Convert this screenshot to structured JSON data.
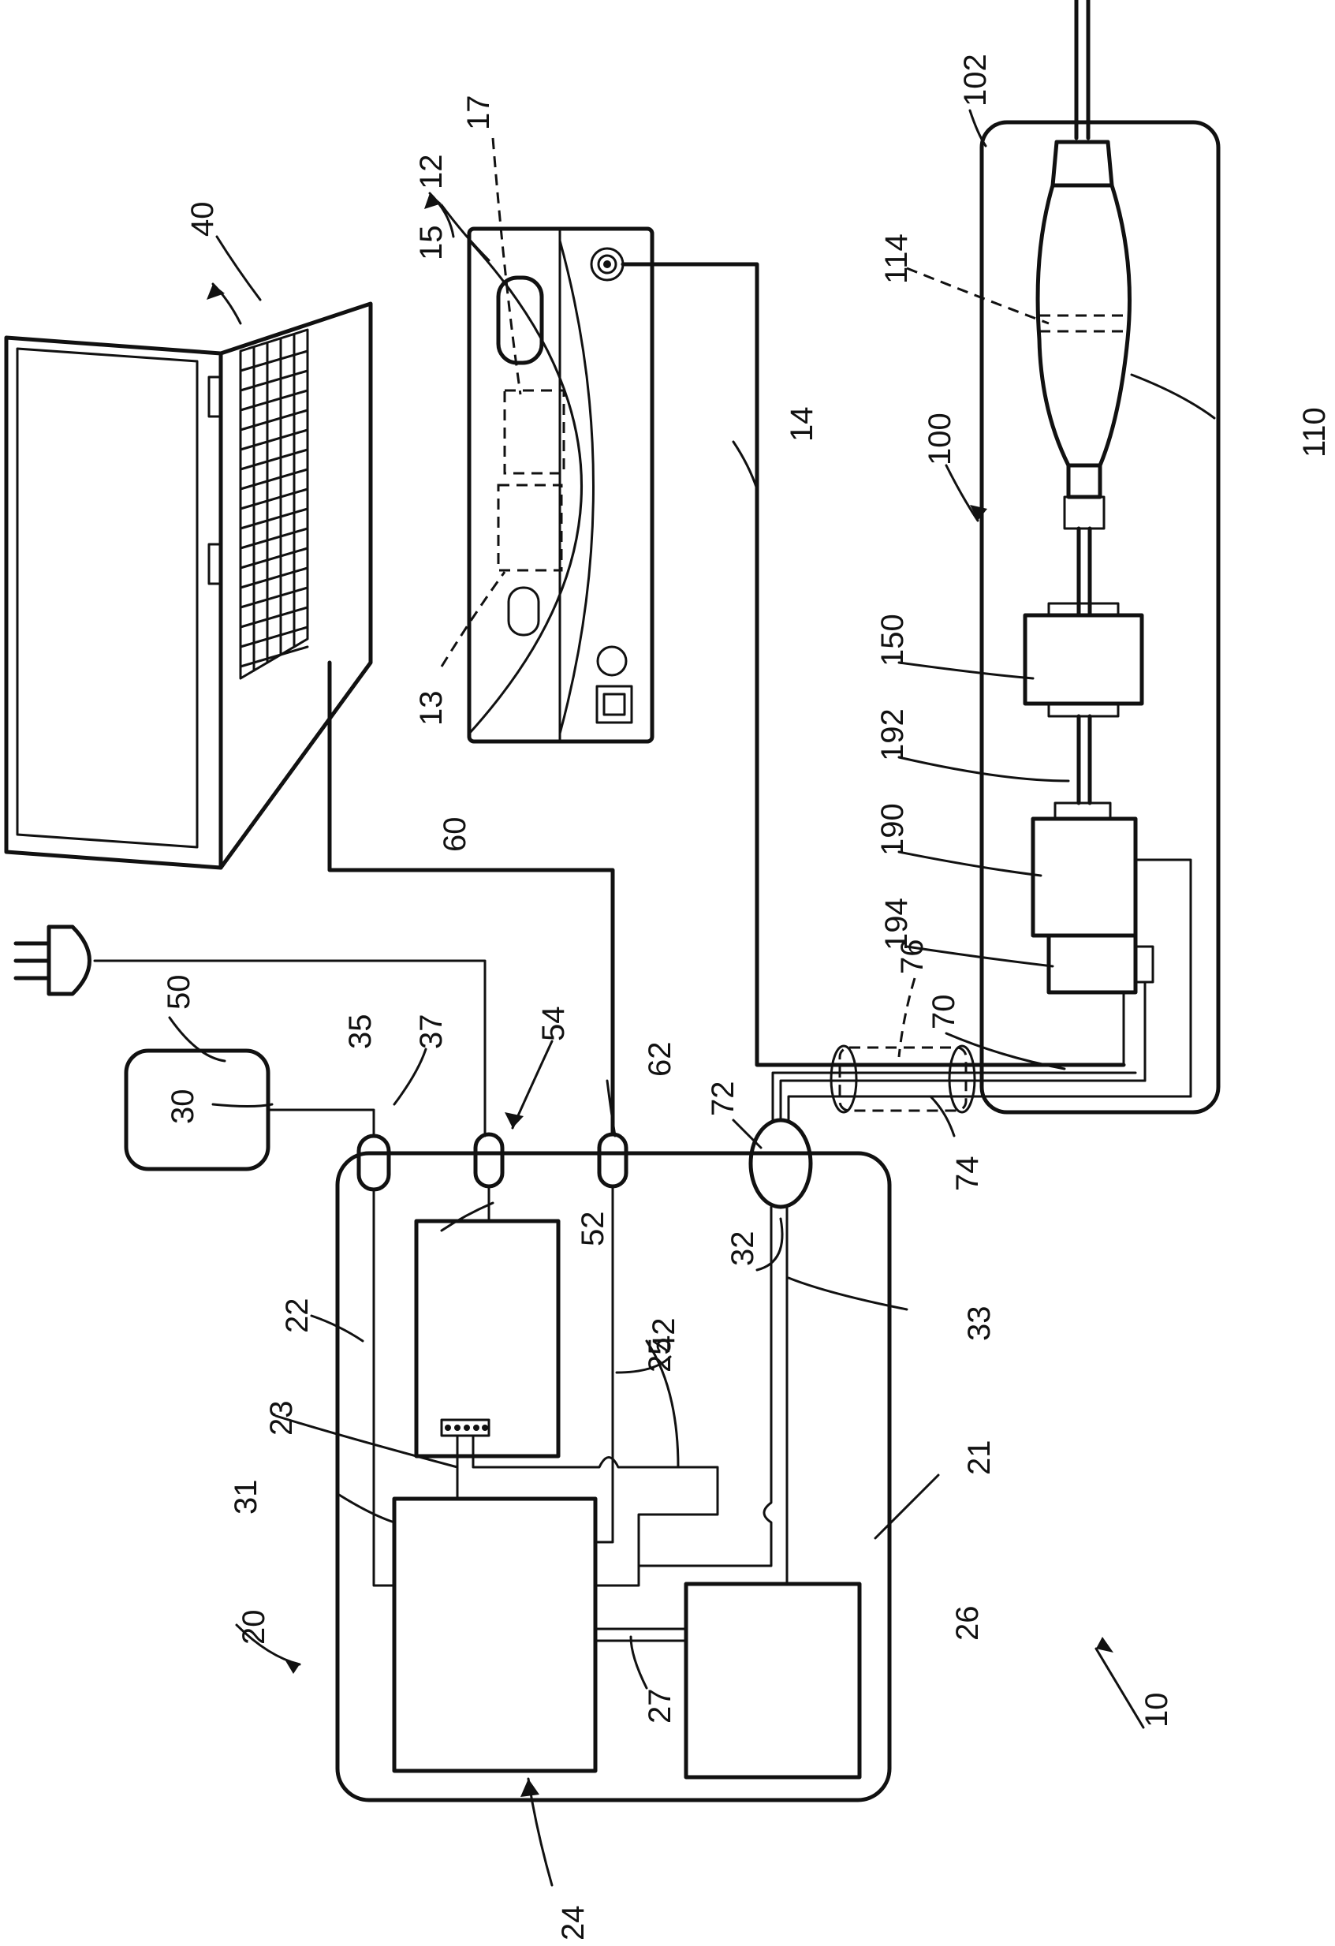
{
  "labels": {
    "l10": "10",
    "l12": "12",
    "l13": "13",
    "l14": "14",
    "l15": "15",
    "l17": "17",
    "l20": "20",
    "l21": "21",
    "l22": "22",
    "l23": "23",
    "l24": "24",
    "l25": "25",
    "l26": "26",
    "l27": "27",
    "l30": "30",
    "l31": "31",
    "l32": "32",
    "l33": "33",
    "l35": "35",
    "l37": "37",
    "l40": "40",
    "l42": "42",
    "l50": "50",
    "l52": "52",
    "l54": "54",
    "l60": "60",
    "l62": "62",
    "l70": "70",
    "l72": "72",
    "l74": "74",
    "l76": "76",
    "l100": "100",
    "l102": "102",
    "l110": "110",
    "l114": "114",
    "l150": "150",
    "l190": "190",
    "l192": "192",
    "l194": "194"
  }
}
